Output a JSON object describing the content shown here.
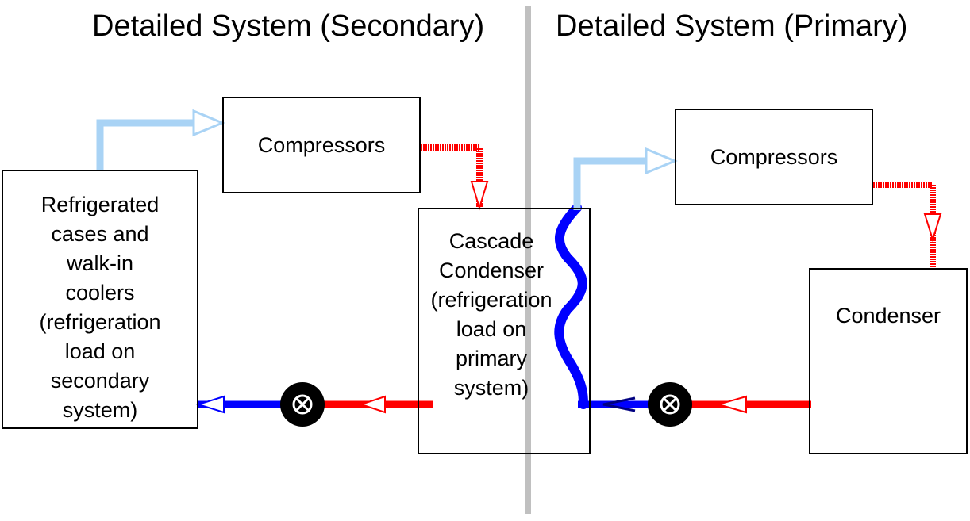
{
  "titles": {
    "secondary": "Detailed System (Secondary)",
    "primary": "Detailed System (Primary)"
  },
  "boxes": {
    "refrigerated_cases": [
      "Refrigerated",
      "cases and",
      "walk-in",
      "coolers",
      "(refrigeration",
      "load on",
      "secondary",
      "system)"
    ],
    "compressors_secondary": "Compressors",
    "cascade_condenser": [
      "Cascade",
      "Condenser",
      "(refrigeration",
      "load on",
      "primary",
      "system)"
    ],
    "compressors_primary": "Compressors",
    "condenser": "Condenser"
  },
  "colors": {
    "suction_line": "#a9d3f5",
    "discharge_line": "#ff0000",
    "liquid_line": "#0000ff",
    "evaporator_coil": "#0000ff",
    "divider": "#c0c0c0",
    "expansion_valve": "#000000"
  },
  "icons": {
    "expansion_valve": "expansion-valve-icon"
  }
}
